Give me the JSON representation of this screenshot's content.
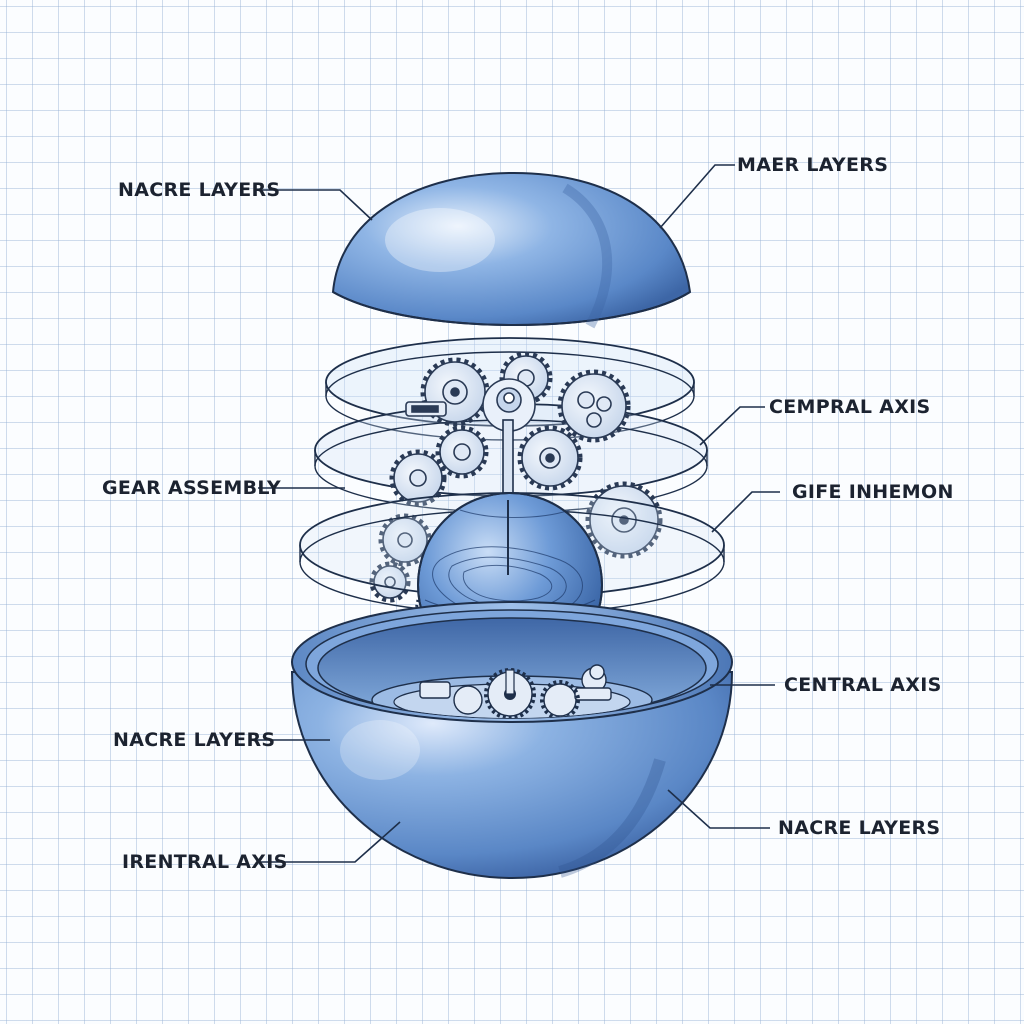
{
  "diagram": {
    "labels": {
      "top_left": "NACRE LAYERS",
      "top_right": "MAER LAYERS",
      "cempral_axis": "CEMPRAL AXIS",
      "gear_assembly": "GEAR ASSEMBLY",
      "gife_inhemon": "GIFE INHEMON",
      "central_axis": "CENTRAL AXIS",
      "nacre_bottom_left": "NACRE LAYERS",
      "nacre_bottom_right": "NACRE LAYERS",
      "irentral_axis": "IRENTRAL AXIS"
    },
    "colors": {
      "shell_blue": "#5f8fd0",
      "shell_light": "#b9d3f1",
      "shell_dark": "#31599a",
      "outline": "#1e2f4a",
      "grid": "#96b2d6",
      "label_text": "#1c2330"
    }
  }
}
